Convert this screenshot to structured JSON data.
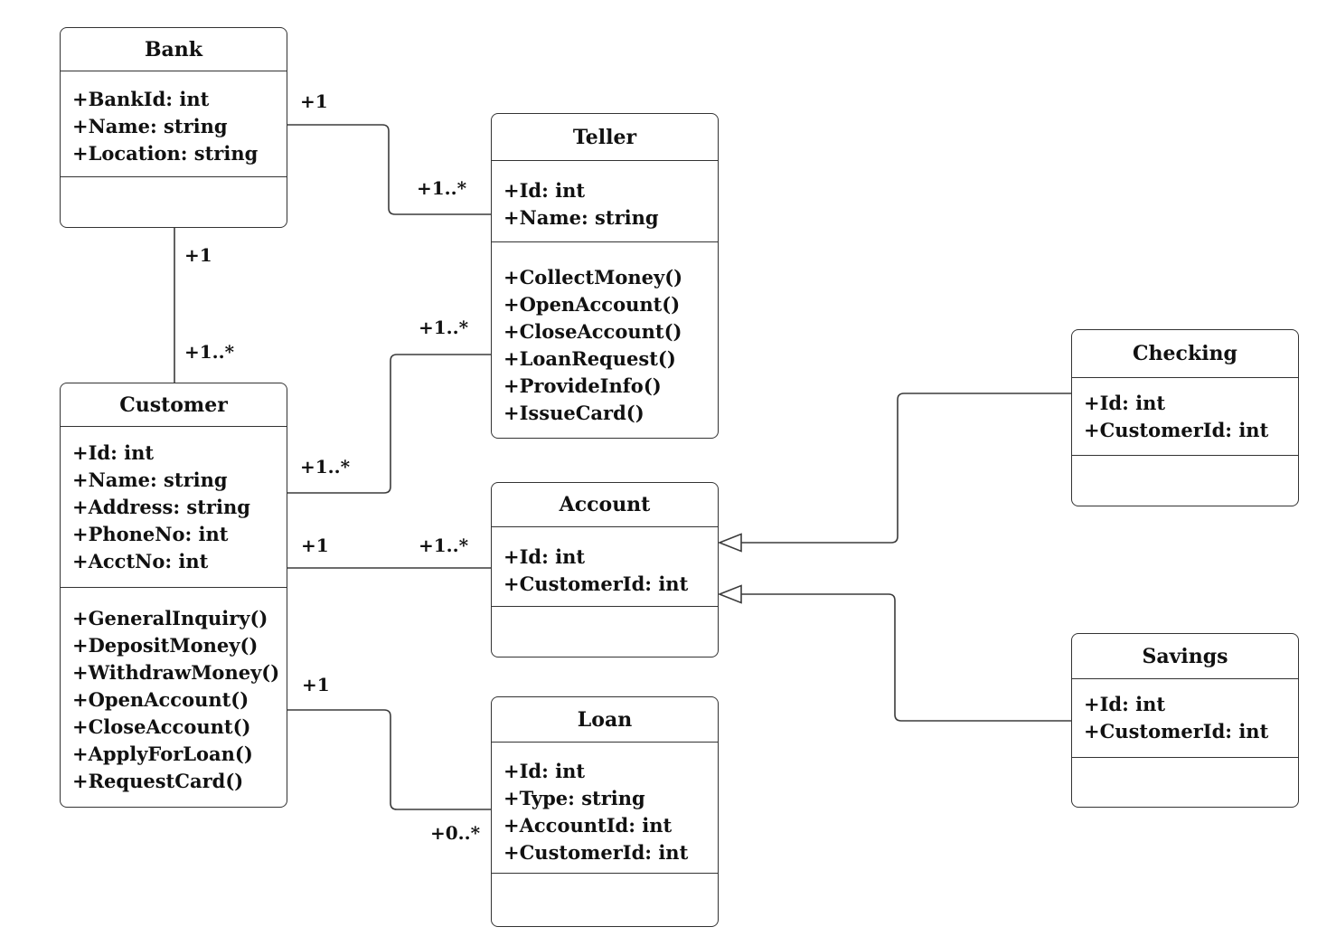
{
  "diagram": {
    "type": "uml-class-diagram",
    "colors": {
      "background": "#ffffff",
      "line": "#3b3b3b",
      "text": "#111111"
    },
    "classes": [
      {
        "name": "Bank",
        "attributes": [
          "+BankId: int",
          "+Name: string",
          "+Location: string"
        ],
        "methods": []
      },
      {
        "name": "Teller",
        "attributes": [
          "+Id: int",
          "+Name: string"
        ],
        "methods": [
          "+CollectMoney()",
          "+OpenAccount()",
          "+CloseAccount()",
          "+LoanRequest()",
          "+ProvideInfo()",
          "+IssueCard()"
        ]
      },
      {
        "name": "Customer",
        "attributes": [
          "+Id: int",
          "+Name: string",
          "+Address: string",
          "+PhoneNo: int",
          "+AcctNo: int"
        ],
        "methods": [
          "+GeneralInquiry()",
          "+DepositMoney()",
          "+WithdrawMoney()",
          "+OpenAccount()",
          "+CloseAccount()",
          "+ApplyForLoan()",
          "+RequestCard()"
        ]
      },
      {
        "name": "Account",
        "attributes": [
          "+Id: int",
          "+CustomerId: int"
        ],
        "methods": []
      },
      {
        "name": "Loan",
        "attributes": [
          "+Id: int",
          "+Type: string",
          "+AccountId: int",
          "+CustomerId: int"
        ],
        "methods": []
      },
      {
        "name": "Checking",
        "attributes": [
          "+Id: int",
          "+CustomerId: int"
        ],
        "methods": []
      },
      {
        "name": "Savings",
        "attributes": [
          "+Id: int",
          "+CustomerId: int"
        ],
        "methods": []
      }
    ],
    "relationships": [
      {
        "from": "Bank",
        "to": "Teller",
        "type": "association",
        "from_label": "+1",
        "to_label": "+1..*"
      },
      {
        "from": "Bank",
        "to": "Customer",
        "type": "association",
        "from_label": "+1",
        "to_label": "+1..*"
      },
      {
        "from": "Customer",
        "to": "Teller",
        "type": "association",
        "from_label": "+1..*",
        "to_label": "+1..*"
      },
      {
        "from": "Customer",
        "to": "Account",
        "type": "association",
        "from_label": "+1",
        "to_label": "+1..*"
      },
      {
        "from": "Customer",
        "to": "Loan",
        "type": "association",
        "from_label": "+1",
        "to_label": "+0..*"
      },
      {
        "from": "Checking",
        "to": "Account",
        "type": "generalization"
      },
      {
        "from": "Savings",
        "to": "Account",
        "type": "generalization"
      }
    ]
  }
}
